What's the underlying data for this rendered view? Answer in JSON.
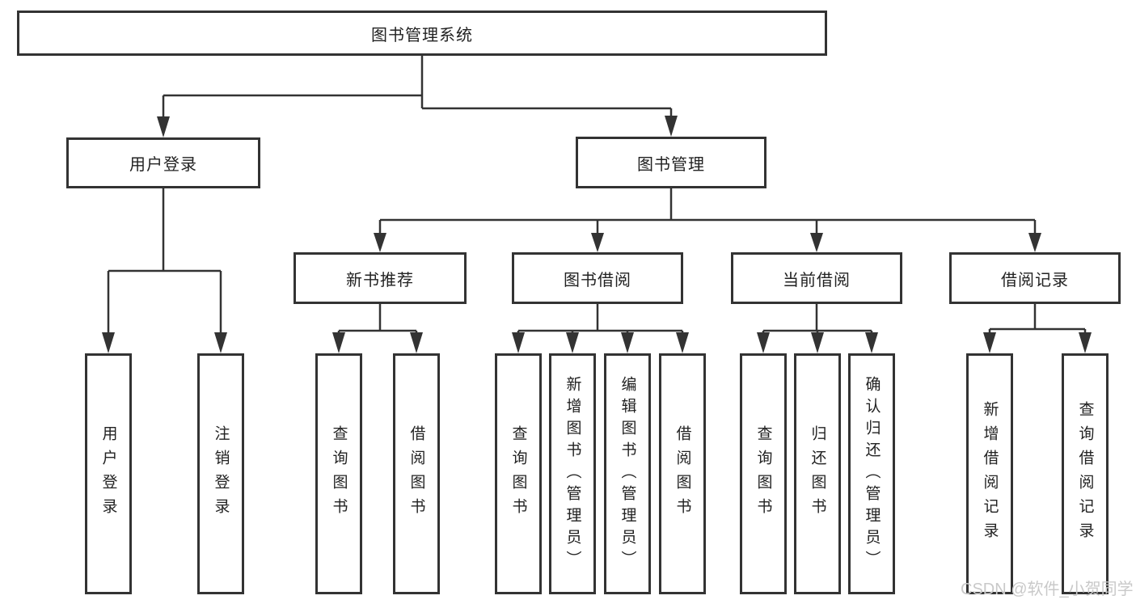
{
  "colors": {
    "line": "#333333",
    "box_border": "#333333",
    "text": "#222222",
    "watermark": "#c9c9c9",
    "background": "#ffffff"
  },
  "watermark": "CSDN @软件_小贺同学",
  "tree": {
    "root": {
      "label": "图书管理系统"
    },
    "children": [
      {
        "label": "用户登录",
        "children": [
          {
            "label": "用户登录"
          },
          {
            "label": "注销登录"
          }
        ]
      },
      {
        "label": "图书管理",
        "children": [
          {
            "label": "新书推荐",
            "children": [
              {
                "label": "查询图书"
              },
              {
                "label": "借阅图书"
              }
            ]
          },
          {
            "label": "图书借阅",
            "children": [
              {
                "label": "查询图书"
              },
              {
                "label": "新增图书（管理员）"
              },
              {
                "label": "编辑图书（管理员）"
              },
              {
                "label": "借阅图书"
              }
            ]
          },
          {
            "label": "当前借阅",
            "children": [
              {
                "label": "查询图书"
              },
              {
                "label": "归还图书"
              },
              {
                "label": "确认归还（管理员）"
              }
            ]
          },
          {
            "label": "借阅记录",
            "children": [
              {
                "label": "新增借阅记录"
              },
              {
                "label": "查询借阅记录"
              }
            ]
          }
        ]
      }
    ]
  }
}
